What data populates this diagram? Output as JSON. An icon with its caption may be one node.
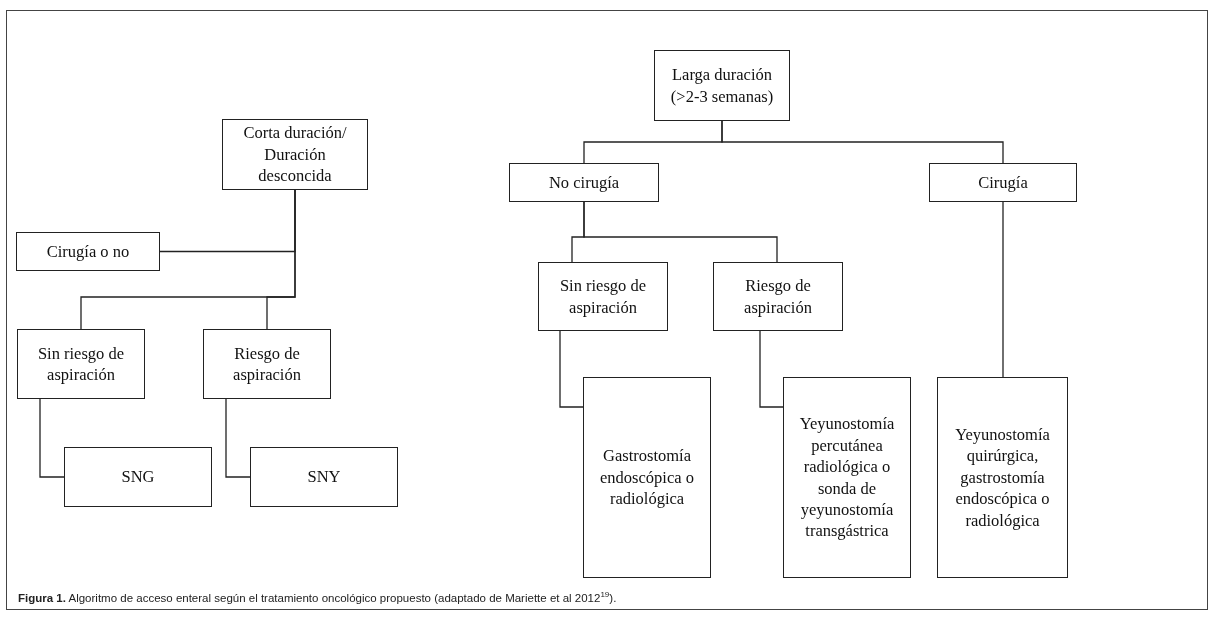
{
  "diagram": {
    "caption": "**Figura 1.** Algoritmo de acceso enteral según el tratamiento oncológico propuesto (adaptado de Mariette et al 2012$^{19}$).",
    "nodes": [
      {
        "text": [
          "Corta duración/ Duración desconcida"
        ]
      },
      {
        "text": [
          "Cirugía o no"
        ]
      },
      {
        "text": [
          "Sin riesgo de aspiración"
        ]
      },
      {
        "text": [
          "Riesgo de aspiración"
        ]
      },
      {
        "text": [
          "SNG"
        ]
      },
      {
        "text": [
          "SNY"
        ]
      },
      {
        "text": [
          "Larga duración (>2-3 semanas)"
        ]
      },
      {
        "text": [
          "No cirugía"
        ]
      },
      {
        "text": [
          "Cirugía"
        ]
      },
      {
        "text": [
          "Sin riesgo de aspiración"
        ]
      },
      {
        "text": [
          "Riesgo de aspiración"
        ]
      },
      {
        "text": [
          "Gastrostomía endoscópica o radiológica"
        ]
      },
      {
        "text": [
          "Yeyunostomía percutánea radiológica o sonda de yeyunostomía transgástrica"
        ]
      },
      {
        "text": [
          "Yeyunostomía quirúrgica, gastrostomía endoscópica o radiológica"
        ]
      }
    ],
    "edges": [
      {
        "from": 0,
        "to": 1,
        "arrow": "none"
      },
      {
        "from": 0,
        "to": 2,
        "arrow": "none"
      },
      {
        "from": 0,
        "to": 3,
        "arrow": "none"
      },
      {
        "from": 2,
        "to": 4,
        "arrow": "none"
      },
      {
        "from": 3,
        "to": 5,
        "arrow": "none"
      },
      {
        "from": 6,
        "to": 7,
        "arrow": "none"
      },
      {
        "from": 6,
        "to": 8,
        "arrow": "none"
      },
      {
        "from": 7,
        "to": 9,
        "arrow": "none"
      },
      {
        "from": 7,
        "to": 10,
        "arrow": "none"
      },
      {
        "from": 9,
        "to": 11,
        "arrow": "none"
      },
      {
        "from": 10,
        "to": 12,
        "arrow": "none"
      },
      {
        "from": 8,
        "to": 13,
        "arrow": "none"
      }
    ]
  }
}
